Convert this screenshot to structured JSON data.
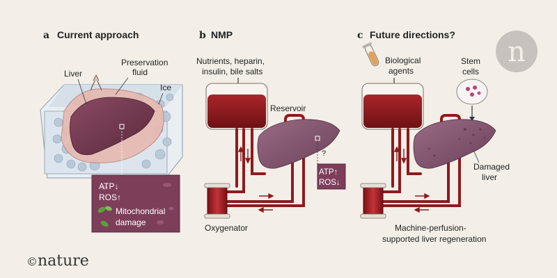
{
  "panels": {
    "a": {
      "letter": "a",
      "title": "Current approach"
    },
    "b": {
      "letter": "b",
      "title": "NMP"
    },
    "c": {
      "letter": "c",
      "title": "Future directions?"
    }
  },
  "labels": {
    "liver": "Liver",
    "preservation_line1": "Preservation",
    "preservation_line2": "fluid",
    "ice": "Ice",
    "box_atp": "ATP↓",
    "box_ros": "ROS↑",
    "mito_line1": "Mitochondrial",
    "mito_line2": "damage",
    "nutrients_line1": "Nutrients, heparin,",
    "nutrients_line2": "insulin, bile salts",
    "reservoir": "Reservoir",
    "question": "?",
    "nmp_atp": "ATP↑",
    "nmp_ros": "ROS↓",
    "oxygenator": "Oxygenator",
    "bio_line1": "Biological",
    "bio_line2": "agents",
    "stem_line1": "Stem",
    "stem_line2": "cells",
    "damaged_line1": "Damaged",
    "damaged_line2": "liver",
    "regen_line1": "Machine-perfusion-",
    "regen_line2": "supported liver regeneration"
  },
  "branding": {
    "copyright": "©",
    "publisher": "nature",
    "logo_letter": "n"
  },
  "colors": {
    "background": "#f3efe8",
    "blood": "#8e1a1e",
    "liver": "#6e3448",
    "info_box": "#7d3e5a",
    "ice": "#c9d6e2",
    "logo_circle": "#c7c2bd"
  }
}
